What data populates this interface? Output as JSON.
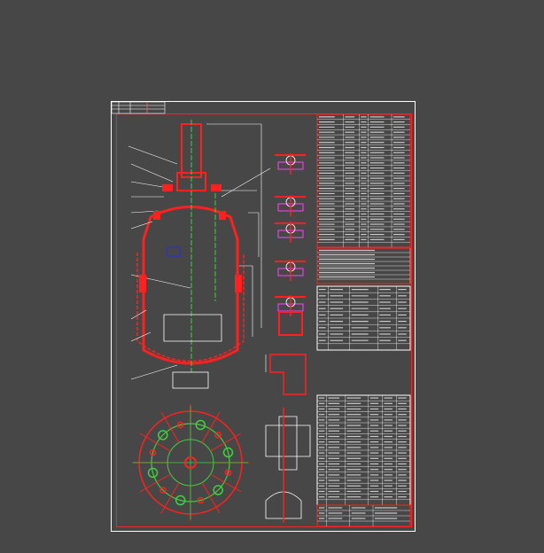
{
  "viewer": {
    "background": "#474747"
  },
  "drawing": {
    "colors": {
      "sheet": "#ffffff",
      "frame": "#ff2020",
      "center_line": "#40d040",
      "hatch": "#ff40ff",
      "highlight": "#2020c0",
      "fill_text": "#ffffff"
    },
    "views": [
      "vessel-elevation",
      "nozzle-orientation-plan",
      "section-details",
      "technical-table",
      "nozzle-table",
      "parts-list",
      "title-block"
    ]
  }
}
